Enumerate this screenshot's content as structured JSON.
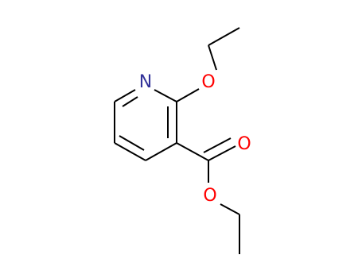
{
  "molecule": {
    "atoms": {
      "n1": {
        "label": "N",
        "color": "#33339a"
      },
      "o_ether": {
        "label": "O",
        "color": "#ff0000"
      },
      "o_carbonyl": {
        "label": "O",
        "color": "#ff0000"
      },
      "o_ester": {
        "label": "O",
        "color": "#ff0000"
      }
    },
    "bond_color": "#000000",
    "background": "#ffffff"
  }
}
